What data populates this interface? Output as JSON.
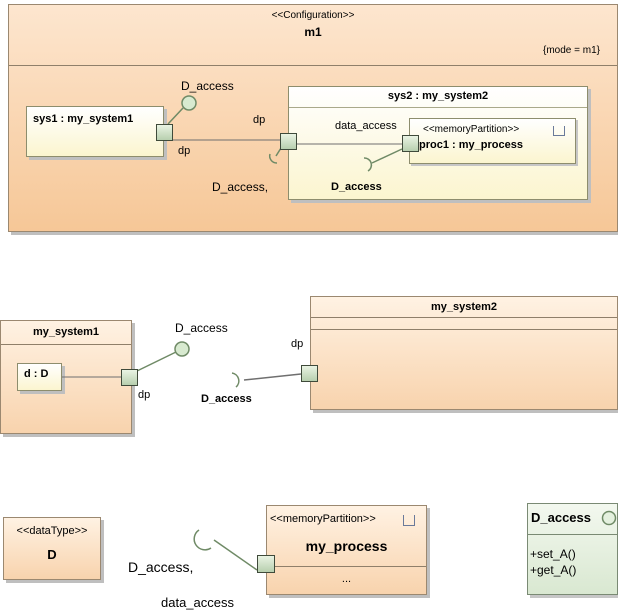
{
  "top": {
    "stereotype": "<<Configuration>>",
    "name": "m1",
    "constraint": "{mode = m1}",
    "sys1": "sys1 : my_system1",
    "sys2": "sys2 : my_system2",
    "proc_stereotype": "<<memoryPartition>>",
    "proc": "proc1 : my_process",
    "lollipop_label": "D_access",
    "port_label_dp_left": "dp",
    "port_label_dp_mid": "dp",
    "socket_label_left": "D_access,",
    "data_access_label": "data_access",
    "socket_label_right": "D_access"
  },
  "middle": {
    "my_system1": "my_system1",
    "part": "d : D",
    "lollipop_label": "D_access",
    "port_label_left": "dp",
    "my_system2": "my_system2",
    "port_label_right": "dp",
    "socket_label": "D_access"
  },
  "bottom": {
    "datatype_stereotype": "<<dataType>>",
    "datatype_name": "D",
    "socket_label": "D_access,",
    "data_access_label": "data_access",
    "process_stereotype": "<<memoryPartition>>",
    "process_name": "my_process",
    "process_ellipsis": "...",
    "interface_name": "D_access",
    "op1": "+set_A()",
    "op2": "+get_A()"
  }
}
